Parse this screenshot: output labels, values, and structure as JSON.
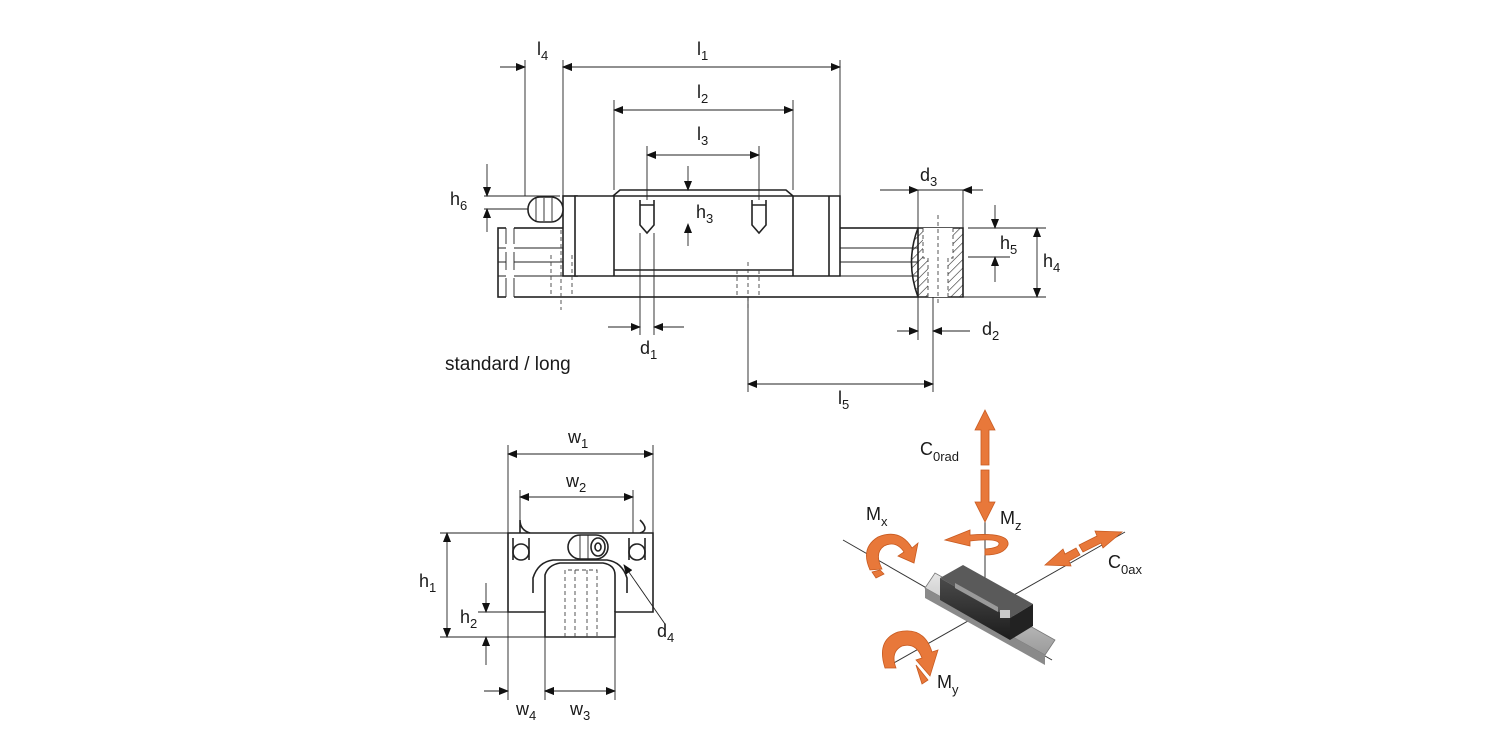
{
  "labels": {
    "l1": {
      "main": "l",
      "sub": "1"
    },
    "l2": {
      "main": "l",
      "sub": "2"
    },
    "l3": {
      "main": "l",
      "sub": "3"
    },
    "l4": {
      "main": "l",
      "sub": "4"
    },
    "l5": {
      "main": "l",
      "sub": "5"
    },
    "h1": {
      "main": "h",
      "sub": "1"
    },
    "h2": {
      "main": "h",
      "sub": "2"
    },
    "h3": {
      "main": "h",
      "sub": "3"
    },
    "h4": {
      "main": "h",
      "sub": "4"
    },
    "h5": {
      "main": "h",
      "sub": "5"
    },
    "h6": {
      "main": "h",
      "sub": "6"
    },
    "d1": {
      "main": "d",
      "sub": "1"
    },
    "d2": {
      "main": "d",
      "sub": "2"
    },
    "d3": {
      "main": "d",
      "sub": "3"
    },
    "d4": {
      "main": "d",
      "sub": "4"
    },
    "w1": {
      "main": "w",
      "sub": "1"
    },
    "w2": {
      "main": "w",
      "sub": "2"
    },
    "w3": {
      "main": "w",
      "sub": "3"
    },
    "w4": {
      "main": "w",
      "sub": "4"
    }
  },
  "caption": "standard / long",
  "loads": {
    "c0rad": {
      "main": "C",
      "sub": "0rad"
    },
    "c0ax": {
      "main": "C",
      "sub": "0ax"
    },
    "mx": {
      "main": "M",
      "sub": "x"
    },
    "my": {
      "main": "M",
      "sub": "y"
    },
    "mz": {
      "main": "M",
      "sub": "z"
    }
  },
  "colors": {
    "load_arrow": "#e8783a",
    "line": "#222222",
    "carriage": "#2b2b2b",
    "rail": "#bfbfbf"
  }
}
